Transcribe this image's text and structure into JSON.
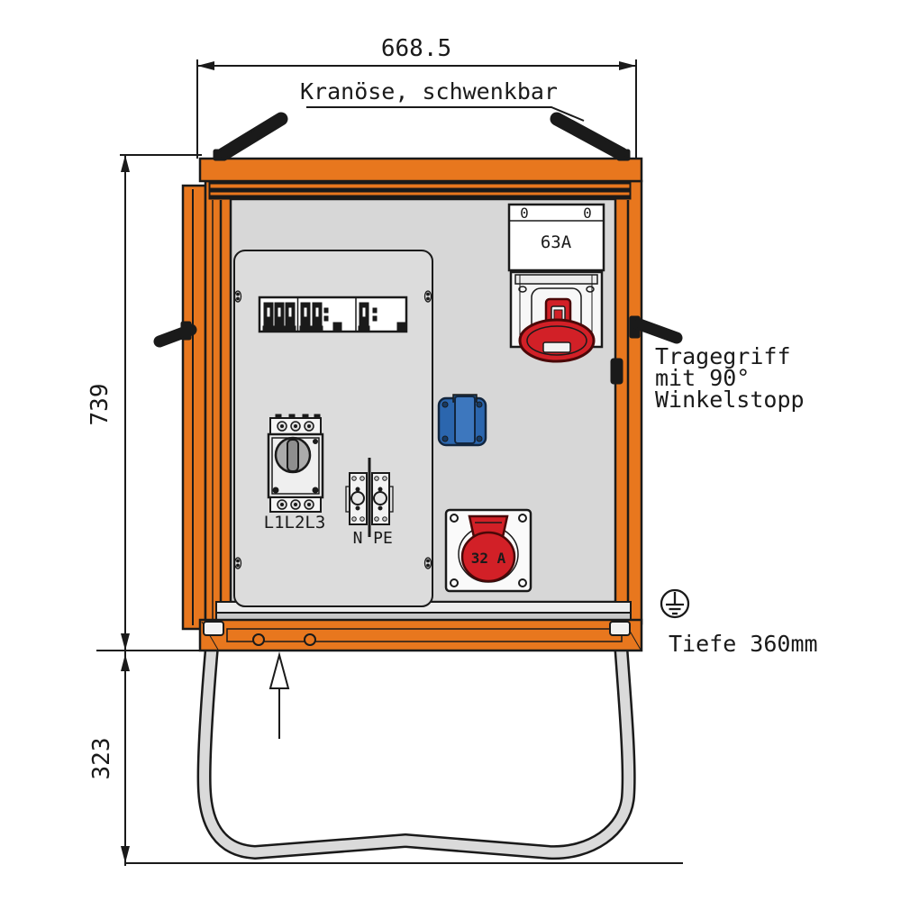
{
  "drawing": {
    "dimensions": {
      "width_top": "668.5",
      "height_upper": "739",
      "height_lower": "323",
      "depth_note": "Tiefe 360mm"
    },
    "annotations": {
      "crane_eye_label": "Kranöse, schwenkbar",
      "handle_label_line1": "Tragegriff",
      "handle_label_line2": "mit 90°",
      "handle_label_line3": "Winkelstopp"
    },
    "components": {
      "socket_63a": {
        "rating": "63A",
        "slot_left": "0",
        "slot_right": "0"
      },
      "socket_32a": {
        "rating": "32 A"
      },
      "main_switch": {
        "label": "L1L2L3"
      },
      "terminal_n": "N",
      "terminal_pe": "PE"
    },
    "colors": {
      "orange": "#E8771E",
      "red": "#D22027",
      "red_outline": "#4A0808",
      "blue": "#2B66AE",
      "blue_light": "#3D77BE",
      "blue_dark": "#12263F",
      "gray_interior": "#D7D7D7",
      "gray_panel": "#DCDCDC",
      "tube": "#DADADA",
      "knob": "#ABABAB",
      "line": "#1A1A1A"
    }
  }
}
